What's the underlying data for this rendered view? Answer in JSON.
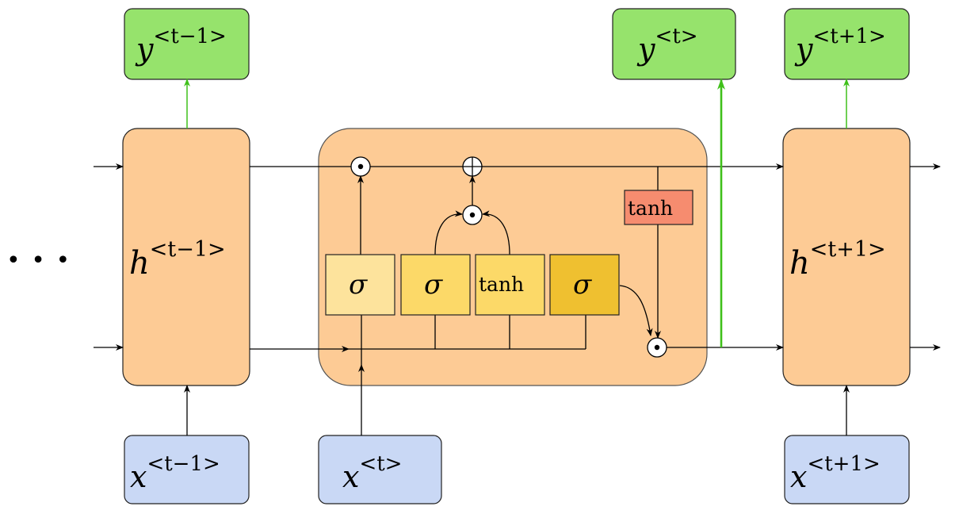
{
  "outputs": {
    "y_prev": {
      "base": "y",
      "sup": "<t−1>"
    },
    "y_t": {
      "base": "y",
      "sup": "<t>"
    },
    "y_next": {
      "base": "y",
      "sup": "<t+1>"
    }
  },
  "inputs": {
    "x_prev": {
      "base": "x",
      "sup": "<t−1>"
    },
    "x_t": {
      "base": "x",
      "sup": "<t>"
    },
    "x_next": {
      "base": "x",
      "sup": "<t+1>"
    }
  },
  "hidden": {
    "h_prev": {
      "base": "h",
      "sup": "<t−1>"
    },
    "h_next": {
      "base": "h",
      "sup": "<t+1>"
    }
  },
  "gates": {
    "forget": "σ",
    "input": "σ",
    "candidate": "tanh",
    "output": "σ",
    "cell_tanh": "tanh"
  },
  "ellipsis": "• • •",
  "colors": {
    "output_box": "#96e36c",
    "input_box": "#c9d8f5",
    "hidden_box": "#fdcb95",
    "gate_light": "#fde39c",
    "gate_mid": "#fcd968",
    "gate_dark": "#efc030",
    "tanh_box": "#f68c6f",
    "green_wire": "#3fc01a"
  }
}
